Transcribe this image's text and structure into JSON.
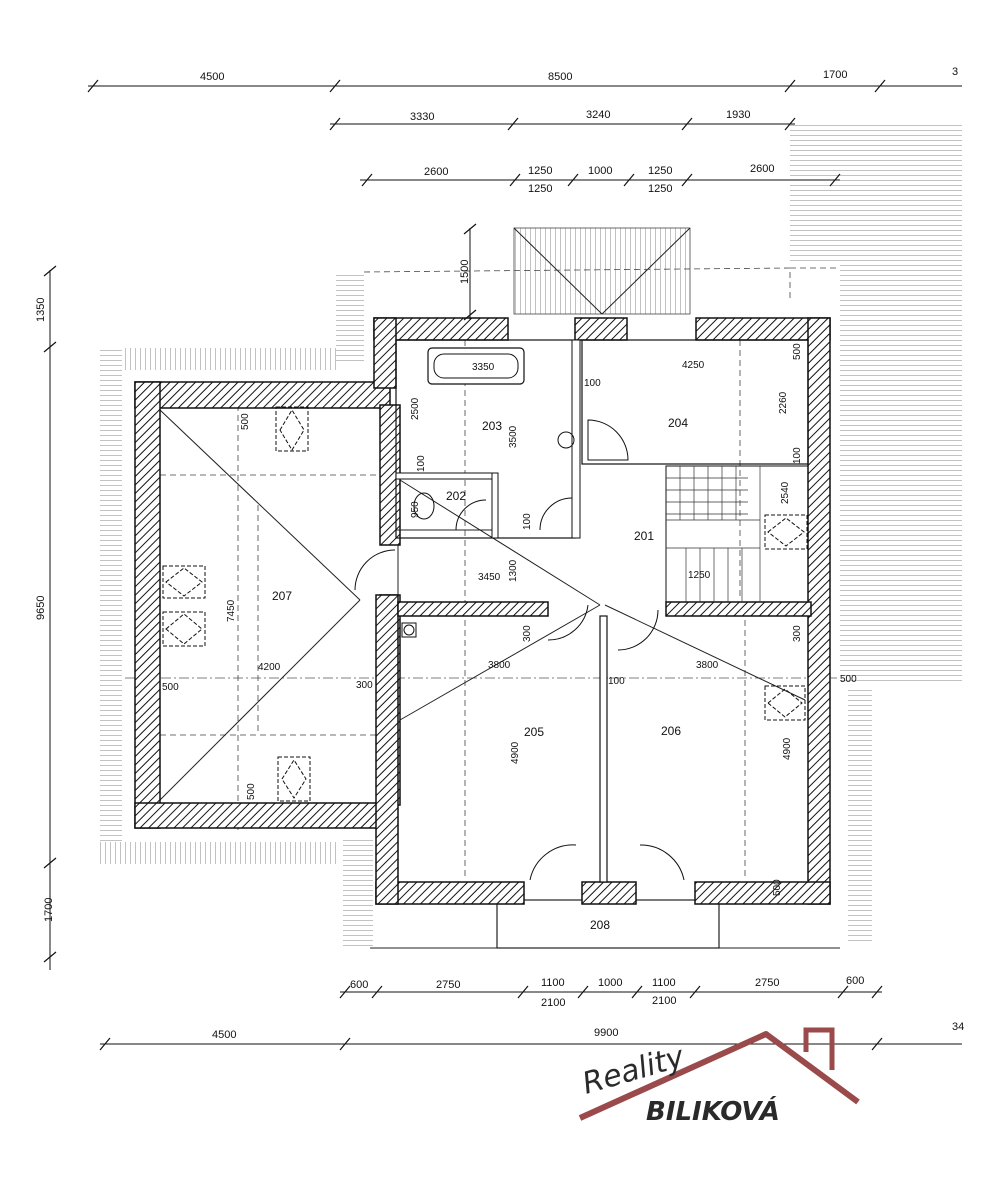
{
  "dimensions": {
    "top_row1": [
      "4500",
      "8500",
      "1700",
      "3"
    ],
    "top_row2": [
      "3330",
      "3240",
      "1930"
    ],
    "top_row3": [
      "2600",
      "1250",
      "1000",
      "1250",
      "2600"
    ],
    "top_row3_sub": [
      "1250",
      "1250"
    ],
    "left": [
      "1350",
      "9650",
      "1700"
    ],
    "vertical_1500": "1500",
    "bottom_row1": [
      "600",
      "2750",
      "1100",
      "1000",
      "1100",
      "2750",
      "600"
    ],
    "bottom_row1_sub": [
      "2100",
      "2100"
    ],
    "bottom_row2": [
      "4500",
      "9900",
      "34"
    ]
  },
  "rooms": {
    "r201": "201",
    "r202": "202",
    "r203": "203",
    "r204": "204",
    "r205": "205",
    "r206": "206",
    "r207": "207",
    "r208": "208"
  },
  "inner_dims": {
    "d3350": "3350",
    "d4250": "4250",
    "d2260": "2260",
    "d2500": "2500",
    "d3500": "3500",
    "d2540": "2540",
    "d3450": "3450",
    "d1300": "1300",
    "d1250": "1250",
    "d7450": "7450",
    "d4200": "4200",
    "d3800a": "3800",
    "d3800b": "3800",
    "d4900a": "4900",
    "d4900b": "4900",
    "d500a": "500",
    "d500b": "500",
    "d500c": "500",
    "d500d": "500",
    "d500e": "500",
    "d500f": "500",
    "d300a": "300",
    "d300b": "300",
    "d300c": "300",
    "d100a": "100",
    "d100b": "100",
    "d100c": "100",
    "d100d": "100",
    "d100e": "100",
    "d950": "950"
  },
  "logo": {
    "line1": "Reality",
    "line2": "BILIKOVÁ",
    "color": "#9a4a4a"
  }
}
